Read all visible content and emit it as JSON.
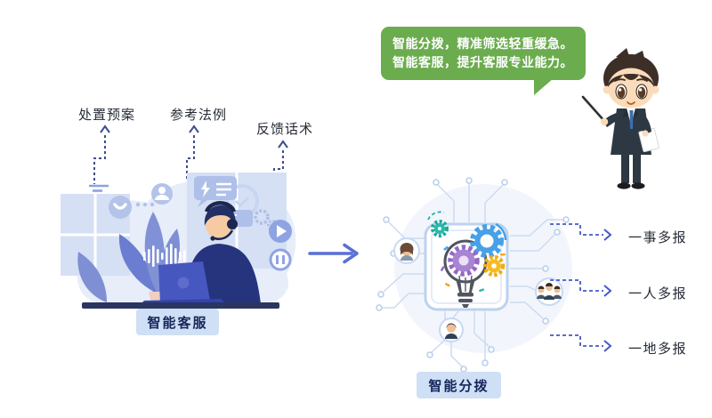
{
  "speech_bubble": {
    "lines": [
      "智能分拨，精准筛选轻重缓急。",
      "智能客服，提升客服专业能力。"
    ],
    "bg_color": "#6bac4f",
    "text_color": "#ffffff"
  },
  "left_scene": {
    "caption": "智能客服",
    "callouts": [
      {
        "label": "处置预案"
      },
      {
        "label": "参考法例"
      },
      {
        "label": "反馈话术"
      }
    ],
    "icons": [
      "phone-icon",
      "user-icon",
      "chat-bubble-icon",
      "clock-icon",
      "gear-icon",
      "play-icon",
      "pause-icon",
      "soundwave-icon"
    ]
  },
  "right_scene": {
    "caption": "智能分拨",
    "outputs": [
      {
        "label": "一事多报"
      },
      {
        "label": "一人多报"
      },
      {
        "label": "一地多报"
      }
    ],
    "icons": [
      "lightbulb-gears-icon",
      "avatar-woman-icon",
      "avatar-group-icon",
      "avatar-man-icon"
    ]
  },
  "colors": {
    "bubble_green": "#6bac4f",
    "caption_bg": "#cfdff5",
    "caption_text": "#16265b",
    "callout_dash_navy": "#3d4e8f",
    "output_dash_blue": "#4558c8",
    "flow_arrow_blue": "#5a6fd6",
    "illustration_blue": "#aebfe9",
    "circuit_line_blue": "#cddaf1",
    "gear_blue": "#47a0e8",
    "gear_purple": "#9468c4",
    "gear_yellow": "#f0ac13",
    "gear_teal": "#2ab9aa"
  }
}
